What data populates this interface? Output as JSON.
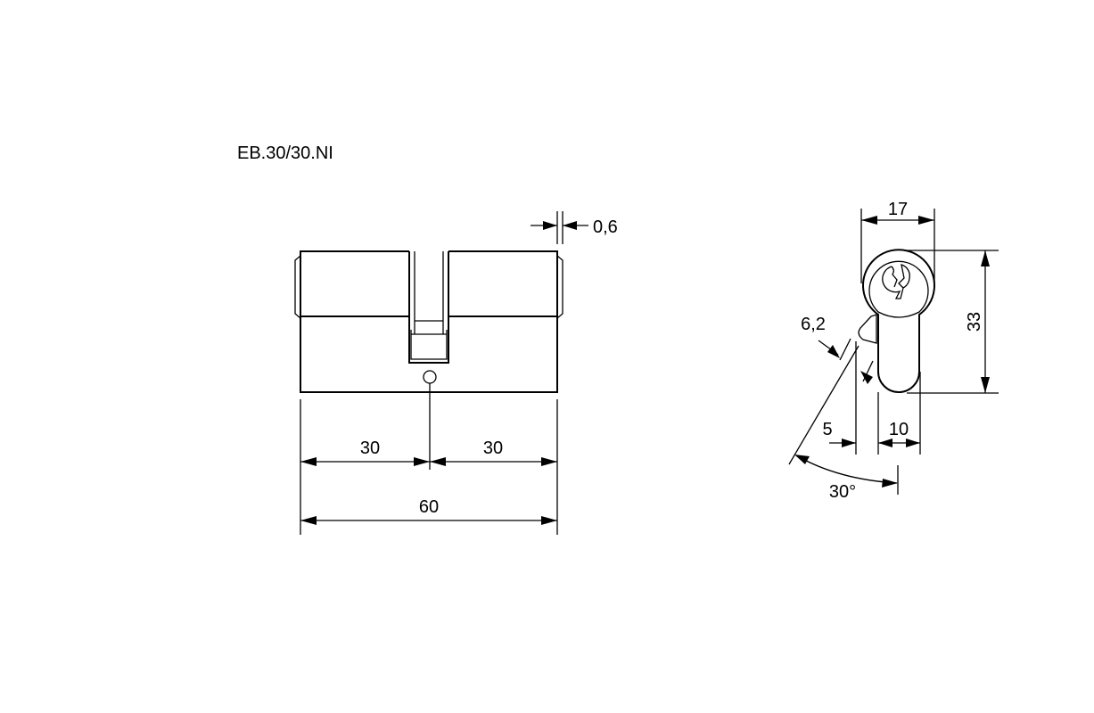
{
  "title": "EB.30/30.NI",
  "side_view": {
    "dim_left": "30",
    "dim_right": "30",
    "dim_total": "60",
    "dim_cap": "0,6"
  },
  "front_view": {
    "dim_width": "17",
    "dim_height": "33",
    "dim_bottom": "10",
    "dim_offset": "5",
    "dim_cam": "6,2",
    "dim_angle": "30°"
  }
}
